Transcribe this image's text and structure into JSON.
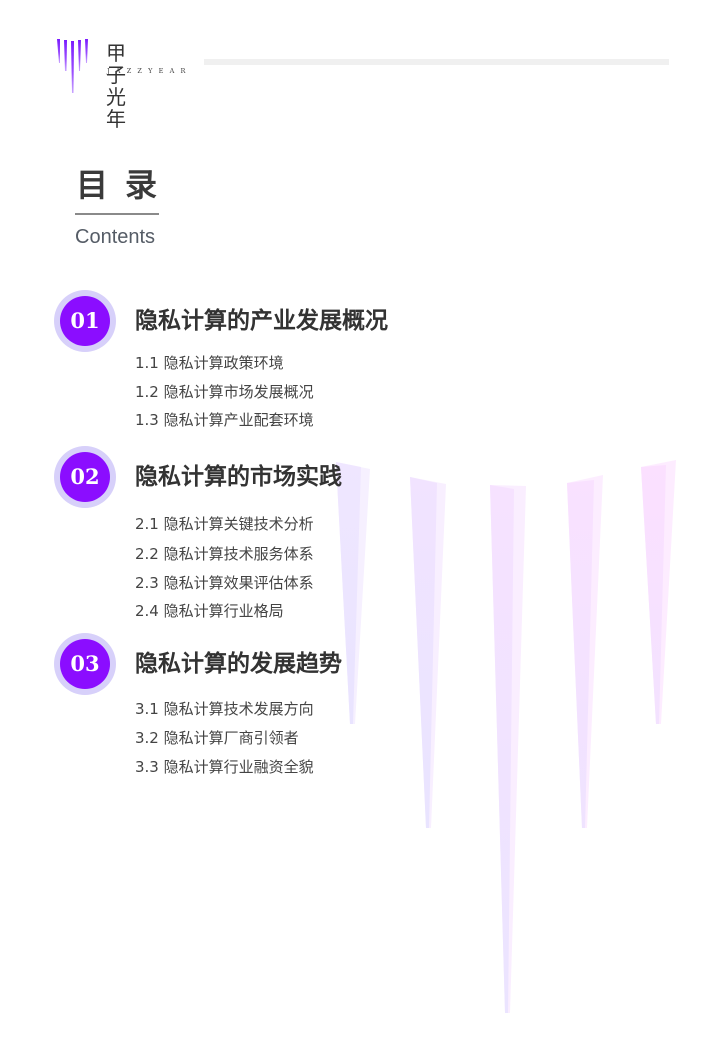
{
  "header": {
    "logo_cn": "甲子光年",
    "logo_en": "JAZZYEAR"
  },
  "toc": {
    "title": "目录",
    "subtitle": "Contents"
  },
  "chapters": [
    {
      "number": "01",
      "title": "隐私计算的产业发展概况",
      "items": [
        "1.1 隐私计算政策环境",
        "1.2 隐私计算市场发展概况",
        "1.3 隐私计算产业配套环境"
      ]
    },
    {
      "number": "02",
      "title": "隐私计算的市场实践",
      "items": [
        "2.1 隐私计算关键技术分析",
        "2.2 隐私计算技术服务体系",
        "2.3 隐私计算效果评估体系",
        "2.4 隐私计算行业格局"
      ]
    },
    {
      "number": "03",
      "title": "隐私计算的发展趋势",
      "items": [
        "3.1 隐私计算技术发展方向",
        "3.2 隐私计算厂商引领者",
        "3.3 隐私计算行业融资全貌"
      ]
    }
  ],
  "colors": {
    "badge_fill": "#8b0dff",
    "badge_ring": "#d7d0fa",
    "text_dark": "#333333",
    "header_bar": "#f0f0f0"
  }
}
